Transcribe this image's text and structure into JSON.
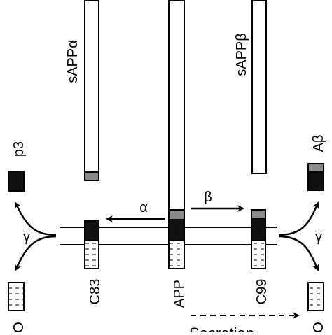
{
  "labels": {
    "sapp_alpha": "sAPPα",
    "sapp_beta": "sAPPβ",
    "p3": "p3",
    "abeta": "Aβ",
    "c83": "C83",
    "app": "APP",
    "c99": "C99",
    "alpha": "α",
    "beta": "β",
    "gamma_left": "γ",
    "gamma_right": "γ",
    "secretion": "Secretion",
    "aicd_left": "O",
    "aicd_right": "O"
  },
  "colors": {
    "stroke": "#000000",
    "fill_white": "#ffffff",
    "fill_black": "#111111",
    "fill_gray": "#8a8a8a",
    "dash_fill": "#ffffff"
  }
}
